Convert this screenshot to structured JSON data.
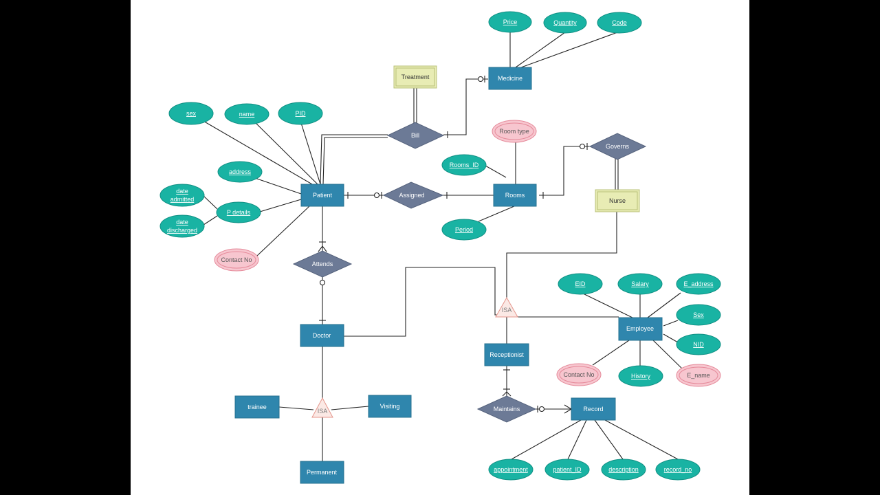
{
  "diagram": {
    "entities": {
      "medicine": "Medicine",
      "patient": "Patient",
      "rooms": "Rooms",
      "doctor": "Doctor",
      "receptionist": "Receptionist",
      "employee": "Employee",
      "record": "Record",
      "trainee": "trainee",
      "visiting": "Visiting",
      "permanent": "Permanent"
    },
    "weak_entities": {
      "treatment": "Treatment",
      "nurse": "Nurse"
    },
    "relationships": {
      "bill": "Bill",
      "governs": "Governs",
      "assigned": "Assigned",
      "attends": "Attends",
      "maintains": "Maintains"
    },
    "isa": {
      "employee_isa": "ISA",
      "doctor_isa": "ISA"
    },
    "attributes": {
      "price": "Price",
      "quantity": "Quantity",
      "code": "Code",
      "sex": "sex",
      "name": "name",
      "pid": "PID",
      "address": "address",
      "date_admitted": [
        "date",
        "admitted"
      ],
      "p_details": "P details",
      "date_discharged": [
        "date",
        "discharged"
      ],
      "rooms_id": "Rooms_ID",
      "period": "Period",
      "eid": "EID",
      "salary": "Salary",
      "e_address": "E_address",
      "emp_sex": "Sex",
      "nid": "NID",
      "history": "History",
      "appointment": "appointment",
      "patient_id": "patient_ID",
      "description": "description",
      "record_no": "record_no"
    },
    "multivalued_attributes": {
      "room_type": "Room type",
      "patient_contact": "Contact No",
      "employee_contact": "Contact No",
      "e_name": "E_name"
    }
  }
}
